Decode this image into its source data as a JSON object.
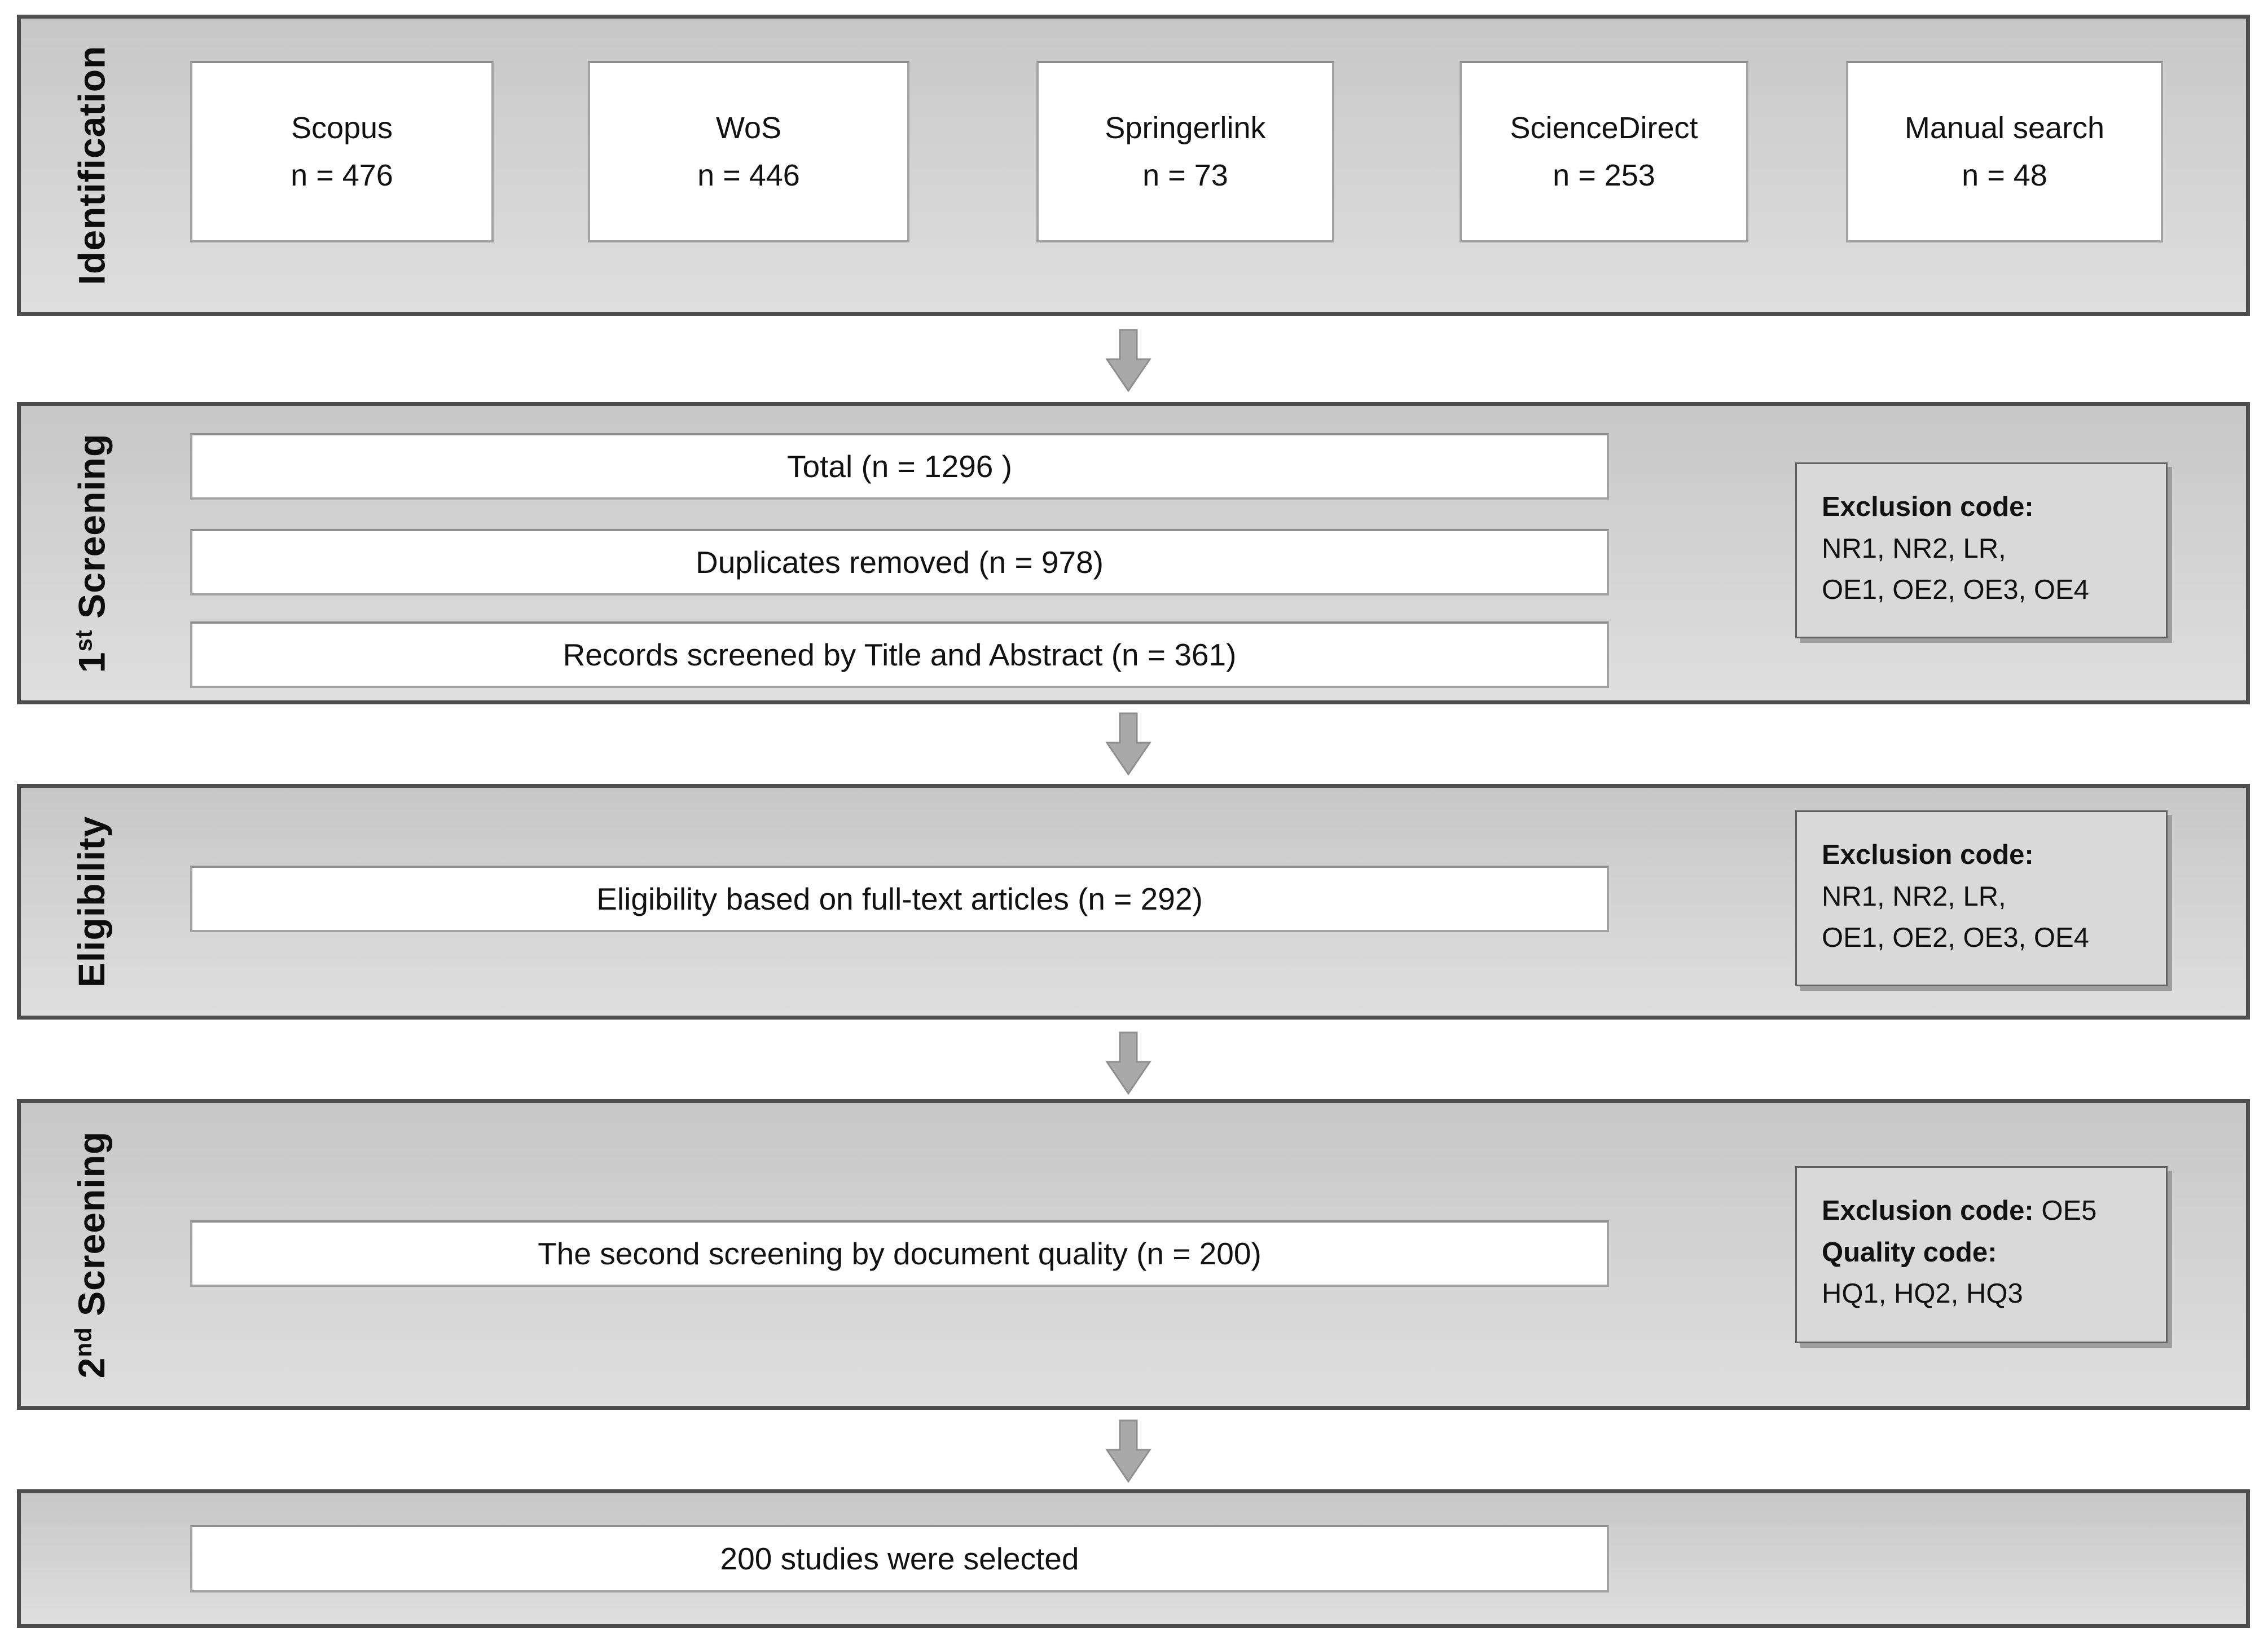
{
  "identification": {
    "label": "Identification",
    "sources": [
      {
        "name": "Scopus",
        "count": "n = 476"
      },
      {
        "name": "WoS",
        "count": "n = 446"
      },
      {
        "name": "Springerlink",
        "count": "n = 73"
      },
      {
        "name": "ScienceDirect",
        "count": "n = 253"
      },
      {
        "name": "Manual search",
        "count": "n = 48"
      }
    ]
  },
  "first_screening": {
    "label_num": "1",
    "label_sup": "st",
    "label_text": "Screening",
    "rows": [
      "Total (n = 1296 )",
      "Duplicates removed (n = 978)",
      "Records screened by Title and Abstract (n = 361)"
    ],
    "exclusion": {
      "title": "Exclusion code:",
      "line1": "NR1, NR2, LR,",
      "line2": "OE1, OE2, OE3, OE4"
    }
  },
  "eligibility": {
    "label": "Eligibility",
    "row": "Eligibility based on full-text articles (n = 292)",
    "exclusion": {
      "title": "Exclusion code:",
      "line1": "NR1, NR2, LR,",
      "line2": "OE1, OE2, OE3, OE4"
    }
  },
  "second_screening": {
    "label_num": "2",
    "label_sup": "nd",
    "label_text": "Screening",
    "row": "The second screening by document quality (n = 200)",
    "codes": {
      "exclusion_label": "Exclusion code:",
      "exclusion_value": "OE5",
      "quality_label": "Quality code:",
      "quality_value": "HQ1, HQ2, HQ3"
    }
  },
  "final": {
    "row": "200 studies were selected"
  },
  "colors": {
    "band_fill": "#d2d2d2",
    "band_border": "#4d4d4d",
    "box_border": "#a3a3a3",
    "side_box_fill": "#d9d9d9",
    "arrow_fill": "#a9a9a9"
  }
}
